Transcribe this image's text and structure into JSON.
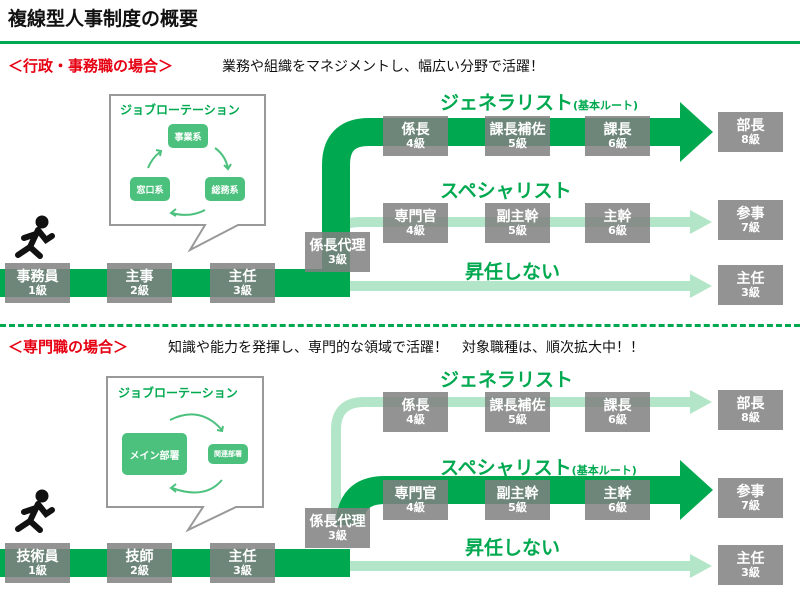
{
  "title": "複線型人事制度の概要",
  "colors": {
    "accent": "#00a94f",
    "light": "#b3e6c8",
    "case_label": "#e60012",
    "box": "#808080"
  },
  "sections": [
    {
      "case": "＜行政・事務職の場合＞",
      "desc": "業務や組織をマネジメントし、幅広い分野で活躍！",
      "rotation": {
        "title": "ジョブローテーション",
        "units": [
          "事業系",
          "総務系",
          "窓口系"
        ]
      },
      "start": [
        {
          "name": "事務員",
          "grade": "1級"
        },
        {
          "name": "主事",
          "grade": "2級"
        },
        {
          "name": "主任",
          "grade": "3級"
        },
        {
          "name": "係長代理",
          "grade": "3級"
        }
      ],
      "generalist": {
        "label": "ジェネラリスト",
        "note": "(基本ルート)",
        "boxes": [
          {
            "name": "係長",
            "grade": "4級"
          },
          {
            "name": "課長補佐",
            "grade": "5級"
          },
          {
            "name": "課長",
            "grade": "6級"
          }
        ],
        "end": {
          "name": "部長",
          "grade": "8級"
        }
      },
      "specialist": {
        "label": "スペシャリスト",
        "note": "",
        "boxes": [
          {
            "name": "専門官",
            "grade": "4級"
          },
          {
            "name": "副主幹",
            "grade": "5級"
          },
          {
            "name": "主幹",
            "grade": "6級"
          }
        ],
        "end": {
          "name": "参事",
          "grade": "7級"
        }
      },
      "none": {
        "label": "昇任しない",
        "end": {
          "name": "主任",
          "grade": "3級"
        }
      }
    },
    {
      "case": "＜専門職の場合＞",
      "desc": "知識や能力を発揮し、専門的な領域で活躍！　対象職種は、順次拡大中！！",
      "rotation": {
        "title": "ジョブローテーション",
        "units": [
          "メイン部署",
          "関連部署"
        ]
      },
      "start": [
        {
          "name": "技術員",
          "grade": "1級"
        },
        {
          "name": "技師",
          "grade": "2級"
        },
        {
          "name": "主任",
          "grade": "3級"
        },
        {
          "name": "係長代理",
          "grade": "3級"
        }
      ],
      "generalist": {
        "label": "ジェネラリスト",
        "note": "",
        "boxes": [
          {
            "name": "係長",
            "grade": "4級"
          },
          {
            "name": "課長補佐",
            "grade": "5級"
          },
          {
            "name": "課長",
            "grade": "6級"
          }
        ],
        "end": {
          "name": "部長",
          "grade": "8級"
        }
      },
      "specialist": {
        "label": "スペシャリスト",
        "note": "(基本ルート)",
        "boxes": [
          {
            "name": "専門官",
            "grade": "4級"
          },
          {
            "name": "副主幹",
            "grade": "5級"
          },
          {
            "name": "主幹",
            "grade": "6級"
          }
        ],
        "end": {
          "name": "参事",
          "grade": "7級"
        }
      },
      "none": {
        "label": "昇任しない",
        "end": {
          "name": "主任",
          "grade": "3級"
        }
      }
    }
  ]
}
